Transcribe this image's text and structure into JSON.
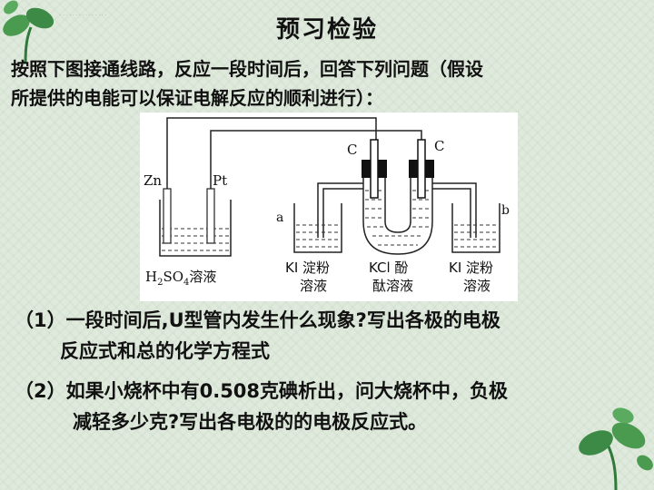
{
  "slide": {
    "tiny_header": "· · · · · · · · · · · · · · ·",
    "title": "预习检验",
    "intro_line1": "按照下图接通线路，反应一段时间后，回答下列问题（假设",
    "intro_line2": "所提供的电能可以保证电解反应的顺利进行）："
  },
  "figure": {
    "label_zn": "Zn",
    "label_pt": "Pt",
    "label_c_left": "C",
    "label_c_right": "C",
    "label_a": "a",
    "label_b": "b",
    "label_h2so4_pre": "H",
    "label_h2so4_sub2": "2",
    "label_h2so4_mid": "SO",
    "label_h2so4_sub4": "4",
    "label_h2so4_post": "溶液",
    "label_ki_left_1": "KI 淀粉",
    "label_ki_left_2": "溶液",
    "label_kcl_1": "KCl 酚",
    "label_kcl_2": "酞溶液",
    "label_ki_right_1": "KI 淀粉",
    "label_ki_right_2": "溶液"
  },
  "questions": {
    "q1_line1": "（1）一段时间后,U型管内发生什么现象?写出各极的电极",
    "q1_line2": "反应式和总的化学方程式",
    "q2_line1": "（2）如果小烧杯中有0.508克碘析出，问大烧杯中，负极",
    "q2_line2": "减轻多少克?写出各电极的的电极反应式。"
  },
  "colors": {
    "background": "#dfe9dc",
    "sprout_green": "#3c8a45",
    "text": "#111111"
  }
}
